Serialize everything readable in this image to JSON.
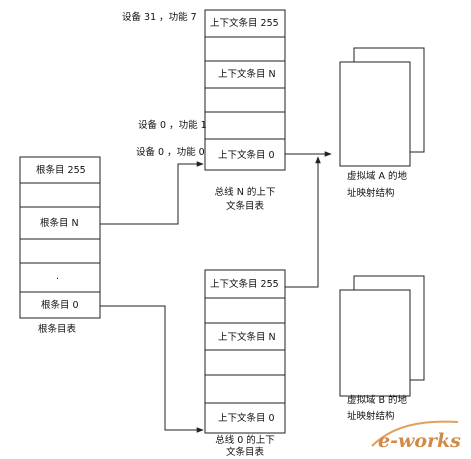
{
  "root_table": {
    "entries": [
      "根条目 255",
      "根条目 N",
      ".",
      "根条目 0"
    ],
    "caption": "根条目表"
  },
  "bus_n_table": {
    "entries": [
      "上下文条目 255",
      "上下文条目 N",
      "上下文条目 0"
    ],
    "caption_line1": "总线 N 的上下",
    "caption_line2": "文条目表",
    "device_labels": [
      "设备 31 ，功能 7",
      "设备 0 ，功能 1",
      "设备 0 ，功能 0"
    ]
  },
  "bus_0_table": {
    "entries": [
      "上下文条目 255",
      "上下文条目 N",
      "上下文条目 0"
    ],
    "caption_line1": "总线 0 的上下",
    "caption_line2": "文条目表"
  },
  "domain_a": {
    "line1": "虚拟域 A 的地",
    "line2": "址映射结构"
  },
  "domain_b": {
    "line1": "虚拟域 B 的地",
    "line2": "址映射结构"
  },
  "watermark": "e-works",
  "colors": {
    "line": "#222222",
    "watermark": "#d28a4a"
  }
}
